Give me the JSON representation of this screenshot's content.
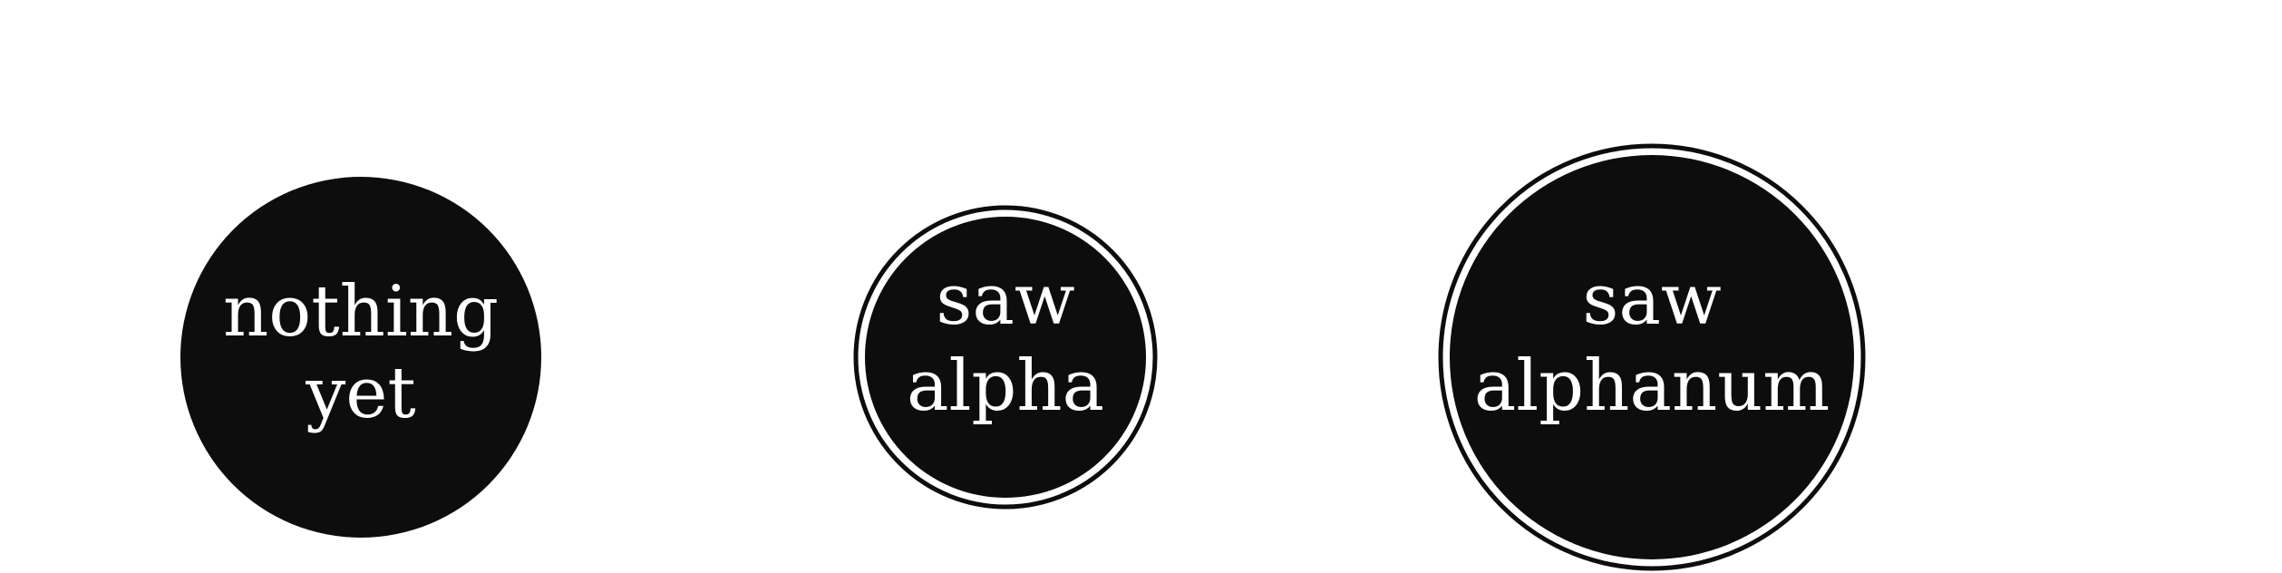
{
  "diagram": {
    "states": [
      {
        "id": "nothing-yet",
        "label_lines": [
          "nothing",
          "yet"
        ],
        "accepting": false
      },
      {
        "id": "saw-alpha",
        "label_lines": [
          "saw",
          "alpha"
        ],
        "accepting": true
      },
      {
        "id": "saw-alphanum",
        "label_lines": [
          "saw",
          "alphanum"
        ],
        "accepting": true
      }
    ],
    "colors": {
      "fill": "#0d0d0d",
      "ring": "#0d0d0d",
      "text": "#ffffff",
      "background": "#ffffff"
    }
  }
}
